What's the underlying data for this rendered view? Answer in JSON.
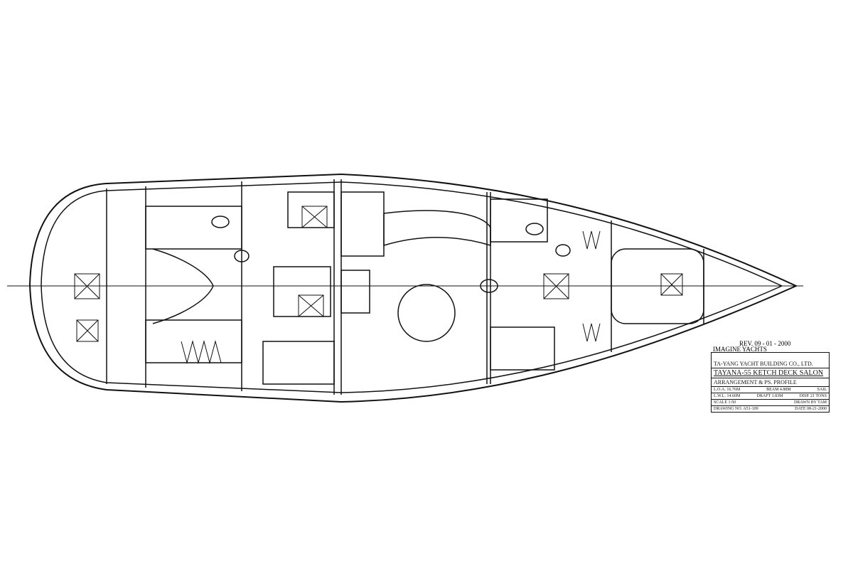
{
  "title_block": {
    "revision": "REV. 09 - 01 - 2000",
    "brand": "IMAGINE YACHTS",
    "builder": "TA-YANG YACHT BUILDING CO., LTD.",
    "model": "TAYANA-55 KETCH DECK SALON",
    "drawing_title": "ARRANGEMENT & PS. PROFILE",
    "specs": [
      "L.O.A. 16.76M",
      "BEAM 4.88M",
      "SAIL",
      "L.W.L. 14.60M",
      "DRAFT 1.83M",
      "DISP. 21 TONS"
    ],
    "scale": "SCALE 1:50",
    "drawn_by": "DRAWN BY TAM",
    "drawing_no": "DRAWING NO. A51-109",
    "date": "DATE 08-21-2000"
  }
}
